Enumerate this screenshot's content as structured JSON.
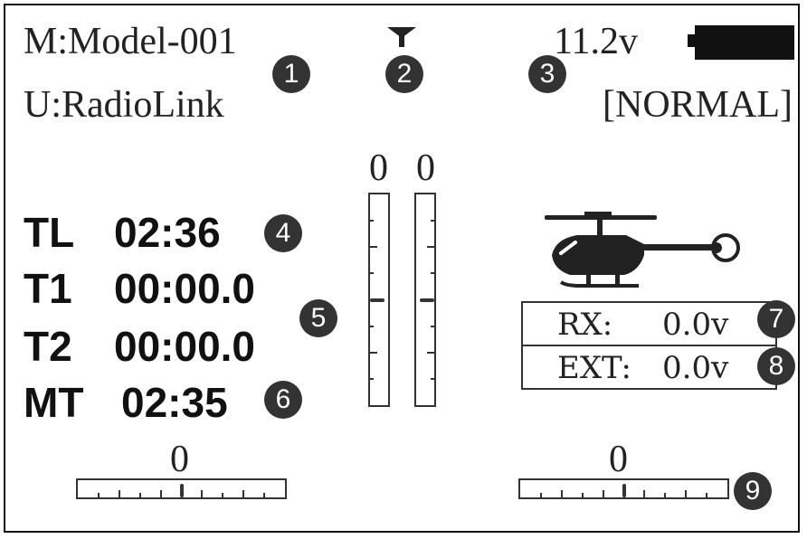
{
  "header": {
    "model": "M:Model-001",
    "user": "U:RadioLink",
    "voltage": "11.2v",
    "mode": "[NORMAL]",
    "antenna_icon": "antenna-icon",
    "battery_icon": "battery-icon"
  },
  "timers": [
    {
      "label": "TL",
      "value": "02:36"
    },
    {
      "label": "T1",
      "value": "00:00.0"
    },
    {
      "label": "T2",
      "value": "00:00.0"
    },
    {
      "label": "MT",
      "value": "02:35"
    }
  ],
  "vertical_trims": [
    {
      "value": "0",
      "position": 0.5
    },
    {
      "value": "0",
      "position": 0.5
    }
  ],
  "horizontal_trims": [
    {
      "value": "0",
      "position": 0.5
    },
    {
      "value": "0",
      "position": 0.5
    }
  ],
  "model_icon": "helicopter-icon",
  "telemetry": [
    {
      "label": "RX:",
      "value": "0.0v"
    },
    {
      "label": "EXT:",
      "value": "0.0v"
    }
  ],
  "badges": [
    "1",
    "2",
    "3",
    "4",
    "5",
    "6",
    "7",
    "8",
    "9"
  ]
}
